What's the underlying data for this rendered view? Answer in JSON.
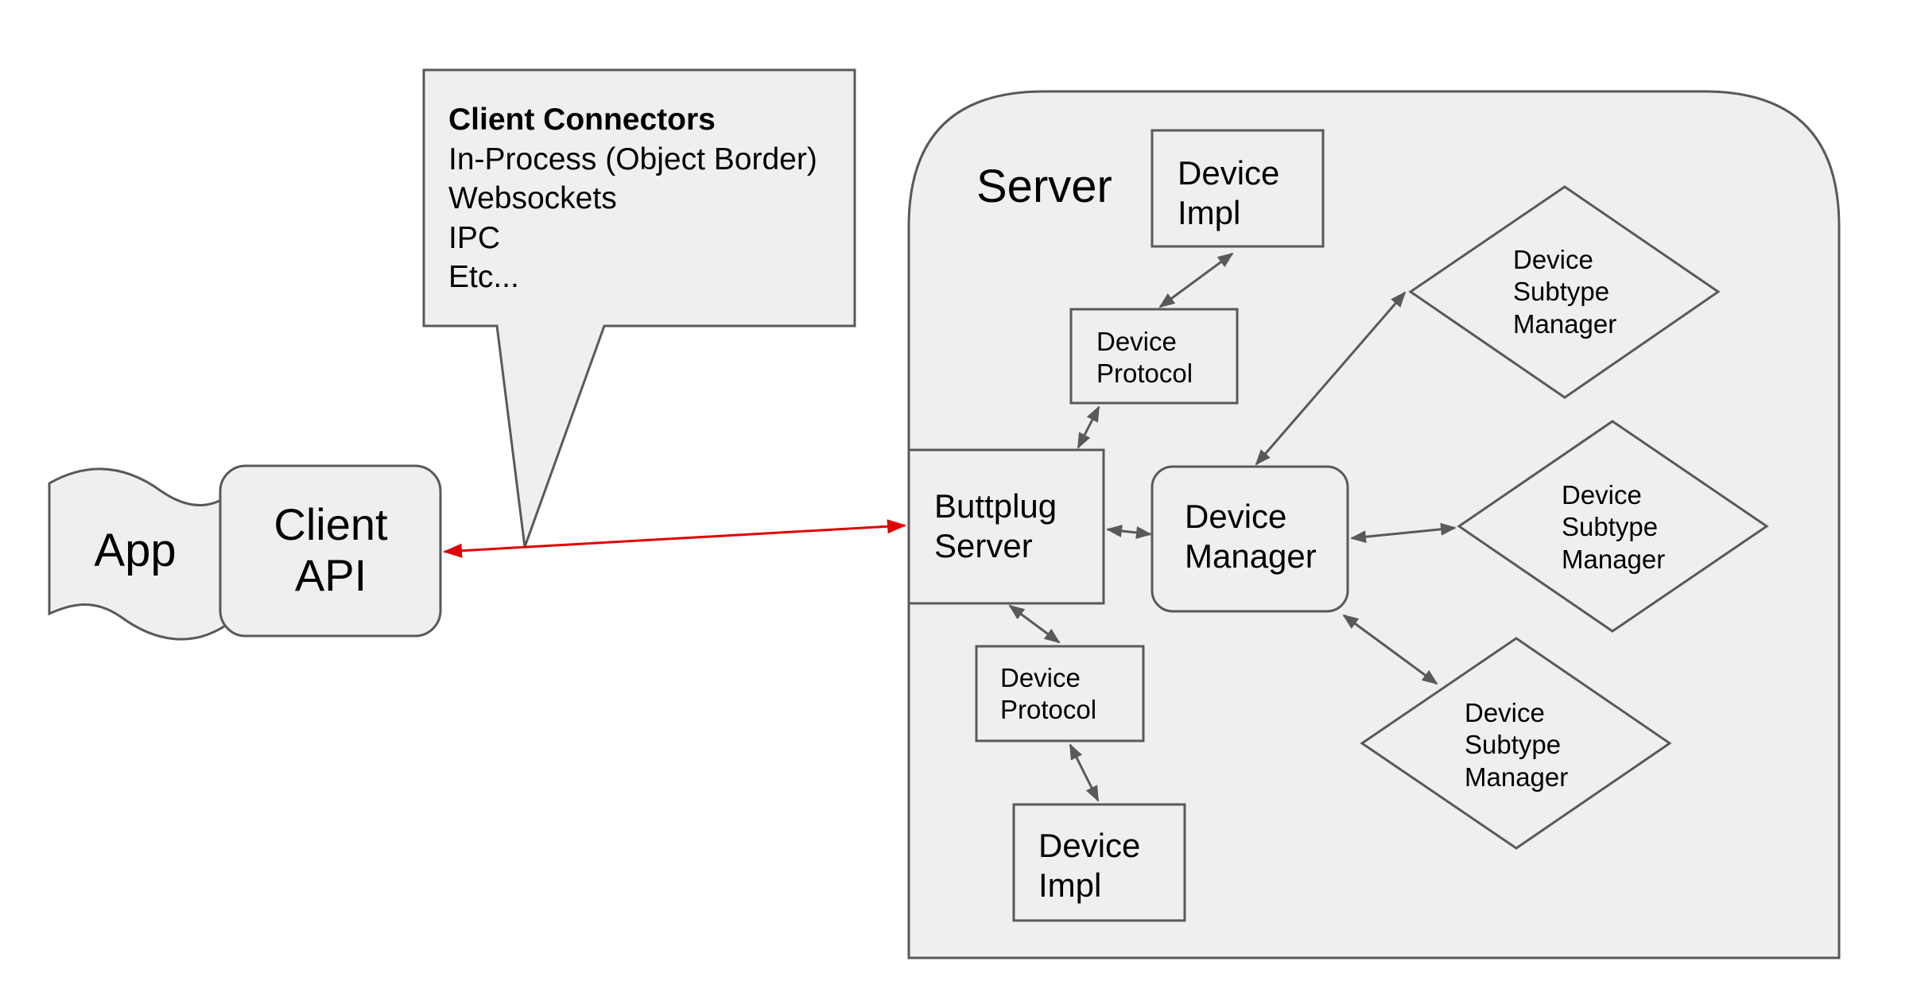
{
  "app": {
    "label": "App"
  },
  "client_api": {
    "lines": [
      "Client",
      "API"
    ]
  },
  "callout": {
    "title": "Client Connectors",
    "items": [
      "In-Process (Object Border)",
      "Websockets",
      "IPC",
      "Etc..."
    ]
  },
  "server": {
    "title": "Server"
  },
  "buttplug_server": {
    "lines": [
      "Buttplug",
      "Server"
    ]
  },
  "device_manager": {
    "lines": [
      "Device",
      "Manager"
    ]
  },
  "device_impl_top": {
    "lines": [
      "Device",
      "Impl"
    ]
  },
  "device_protocol_top": {
    "lines": [
      "Device",
      "Protocol"
    ]
  },
  "device_protocol_bottom": {
    "lines": [
      "Device",
      "Protocol"
    ]
  },
  "device_impl_bottom": {
    "lines": [
      "Device",
      "Impl"
    ]
  },
  "subtype_managers": [
    {
      "lines": [
        "Device",
        "Subtype",
        "Manager"
      ]
    },
    {
      "lines": [
        "Device",
        "Subtype",
        "Manager"
      ]
    },
    {
      "lines": [
        "Device",
        "Subtype",
        "Manager"
      ]
    }
  ],
  "colors": {
    "fill": "#efefef",
    "stroke": "#595959",
    "link": "#e00000"
  }
}
